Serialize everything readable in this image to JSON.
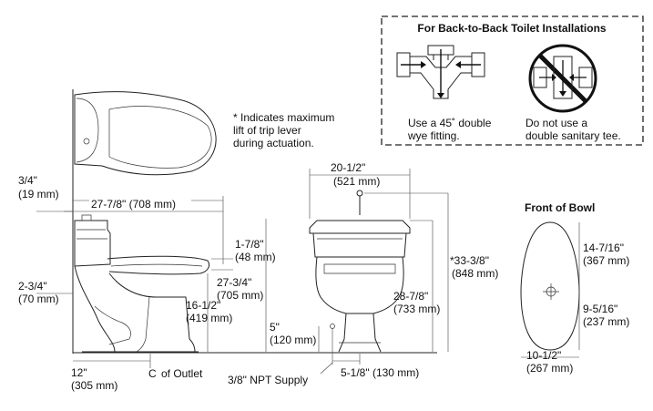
{
  "back_to_back": {
    "title": "For Back-to-Back Toilet Installations",
    "left_caption": [
      "Use a 45˚ double",
      "wye fitting."
    ],
    "right_caption": [
      "Do not use a",
      "double sanitary tee."
    ]
  },
  "note": [
    "* Indicates maximum",
    "lift of trip lever",
    "during actuation."
  ],
  "front_of_bowl": {
    "title": "Front of Bowl",
    "dim_upper": [
      "14-7/16\"",
      "(367 mm)"
    ],
    "dim_lower": [
      "9-5/16\"",
      "(237 mm)"
    ],
    "dim_width": [
      "10-1/2\"",
      "(267 mm)"
    ]
  },
  "side_view": {
    "dim_seat": [
      "3/4\"",
      "(19 mm)"
    ],
    "dim_depth": "27-7/8\" (708 mm)",
    "dim_lid": [
      "1-7/8\"",
      "(48 mm)"
    ],
    "dim_low": [
      "2-3/4\"",
      "(70 mm)"
    ],
    "dim_height": [
      "27-3/4\"",
      "(705 mm)"
    ],
    "dim_rim": [
      "16-1/2\"",
      "(419 mm)"
    ],
    "dim_outlet": [
      "12\"",
      "(305 mm)"
    ],
    "outlet_label": "of Outlet",
    "outlet_symbol": "C"
  },
  "front_view": {
    "dim_width": [
      "20-1/2\"",
      "(521 mm)"
    ],
    "dim_lever": [
      "*33-3/8\"",
      "(848 mm)"
    ],
    "dim_tank": [
      "28-7/8\"",
      "(733 mm)"
    ],
    "dim_supply_h": [
      "5\"",
      "(120 mm)"
    ],
    "dim_supply_off": "5-1/8\" (130 mm)",
    "supply_label": "3/8\" NPT Supply"
  }
}
